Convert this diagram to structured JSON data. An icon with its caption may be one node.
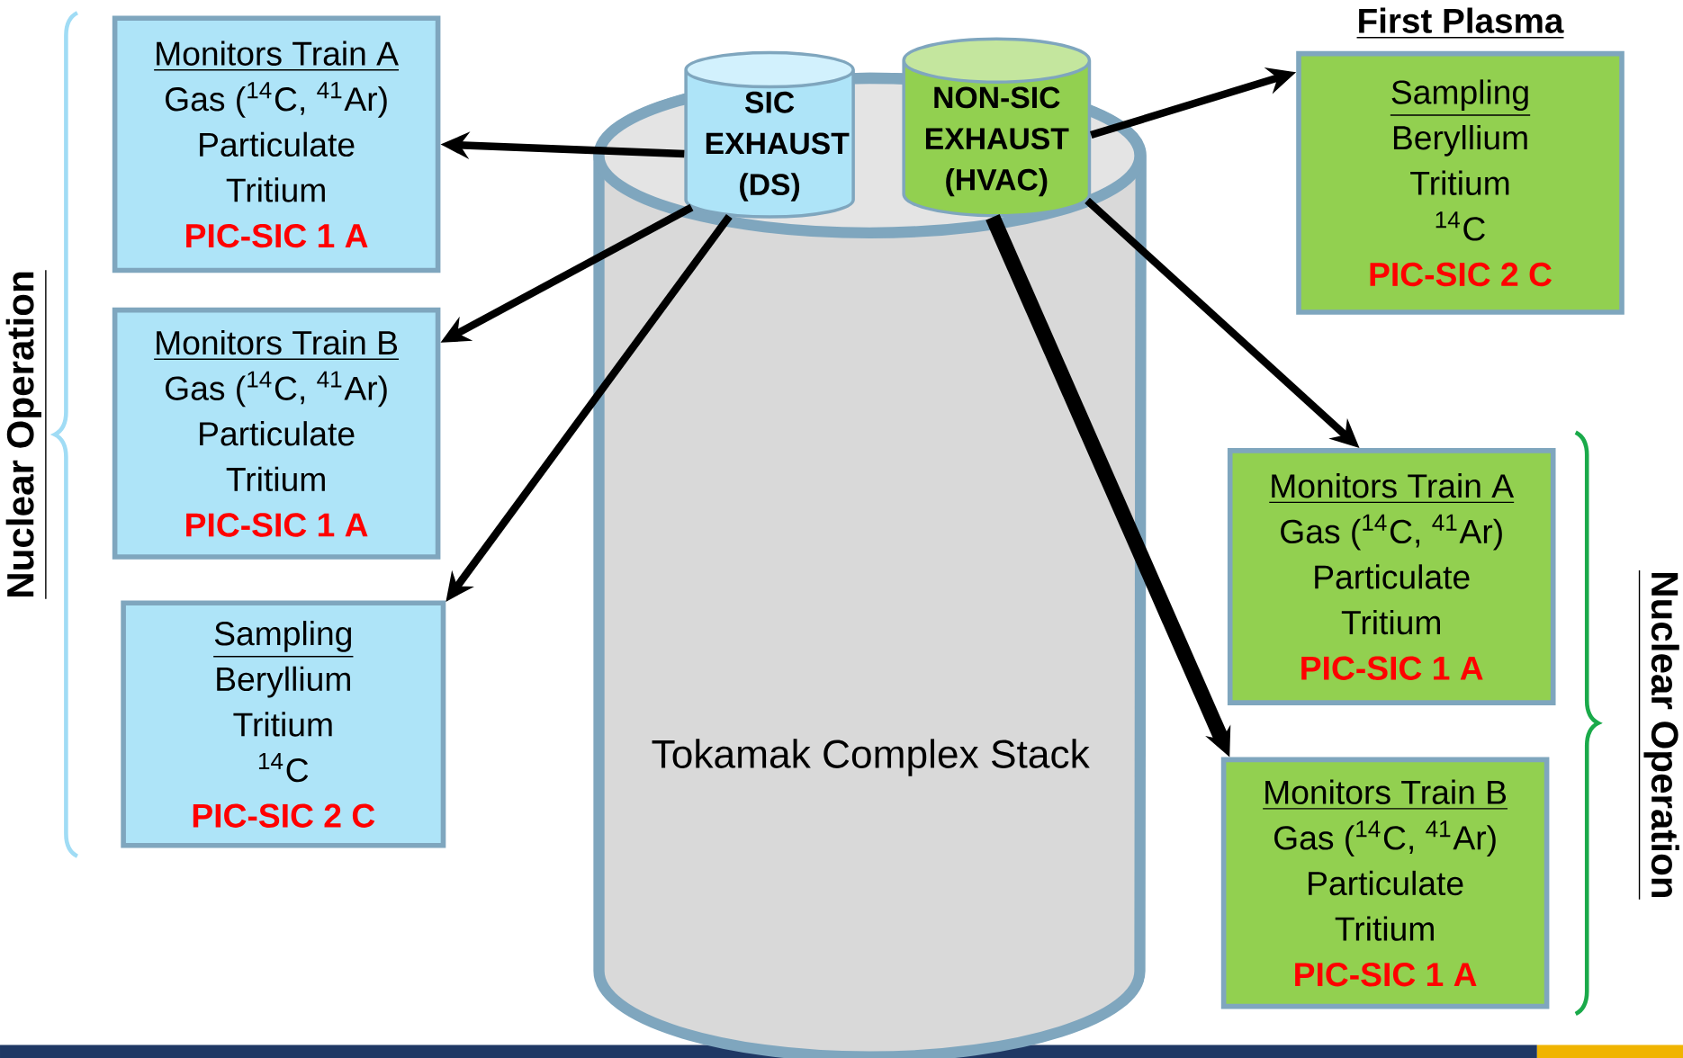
{
  "diagram": {
    "nodes": [
      {
        "text": [
          "Monitors Train A",
          "Gas ($^{14}$C, $^{41}$Ar)",
          "Particulate",
          "Tritium",
          "PIC-SIC 1 A"
        ]
      },
      {
        "text": [
          "Monitors Train B",
          "Gas ($^{14}$C, $^{41}$Ar)",
          "Particulate",
          "Tritium",
          "PIC-SIC 1 A"
        ]
      },
      {
        "text": [
          "Sampling",
          "Beryllium",
          "Tritium",
          "$^{14}$C",
          "PIC-SIC 2 C"
        ]
      },
      {
        "text": [
          "Tokamak Complex Stack"
        ]
      },
      {
        "text": [
          "SIC EXHAUST (DS)"
        ],
        "in": 3
      },
      {
        "text": [
          "NON-SIC EXHAUST (HVAC)"
        ],
        "in": 3
      },
      {
        "text": [
          "First Plasma",
          "Sampling",
          "Beryllium",
          "Tritium",
          "$^{14}$C",
          "PIC-SIC 2 C"
        ]
      },
      {
        "text": [
          "Monitors Train A",
          "Gas ($^{14}$C, $^{41}$Ar)",
          "Particulate",
          "Tritium",
          "PIC-SIC 1 A"
        ]
      },
      {
        "text": [
          "Monitors Train B",
          "Gas ($^{14}$C, $^{41}$Ar)",
          "Particulate",
          "Tritium",
          "PIC-SIC 1 A"
        ]
      }
    ],
    "edges": [
      {
        "from": 4,
        "to": 0,
        "arrow": "to"
      },
      {
        "from": 4,
        "to": 1,
        "arrow": "to"
      },
      {
        "from": 4,
        "to": 2,
        "arrow": "to"
      },
      {
        "from": 5,
        "to": 6,
        "arrow": "to"
      },
      {
        "from": 5,
        "to": 7,
        "arrow": "to"
      },
      {
        "from": 5,
        "to": 8,
        "arrow": "to",
        "style": "thick"
      }
    ],
    "labels": [
      "Nuclear Operation",
      "Nuclear Operation"
    ]
  }
}
